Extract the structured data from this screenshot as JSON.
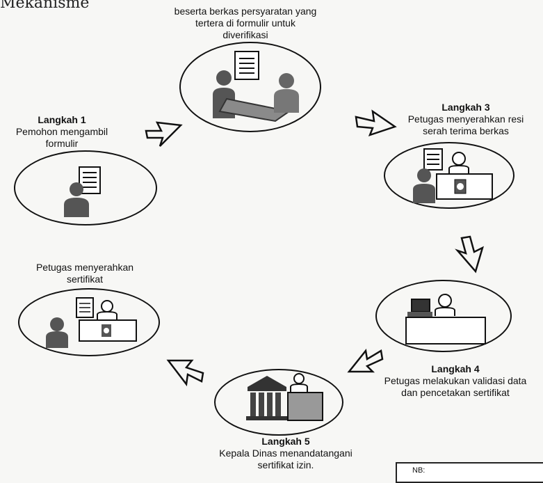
{
  "heading": "Mekanisme",
  "steps": {
    "step1": {
      "title": "Langkah 1",
      "text_lines": [
        "Pemohon mengambil",
        "formulir"
      ]
    },
    "step2": {
      "text_lines": [
        "beserta berkas persyaratan yang",
        "tertera di formulir untuk",
        "diverifikasi"
      ]
    },
    "step3": {
      "title": "Langkah 3",
      "text_lines": [
        "Petugas menyerahkan resi",
        "serah terima berkas"
      ]
    },
    "step4": {
      "title": "Langkah 4",
      "text_lines": [
        "Petugas melakukan validasi data",
        "dan pencetakan sertifikat"
      ]
    },
    "step5": {
      "title": "Langkah 5",
      "text_lines": [
        "Kepala Dinas menandatangani",
        "sertifikat izin."
      ]
    },
    "step6": {
      "text_lines": [
        "Petugas menyerahkan",
        "sertifikat"
      ]
    }
  },
  "note_box_label": "NB:",
  "colors": {
    "ink": "#111111",
    "figure_dark": "#555555",
    "figure_light": "#9a9a9a"
  },
  "icons": [
    "person-form-icon",
    "meeting-icon",
    "officer-desk-icon",
    "computer-desk-icon",
    "building-officer-icon",
    "handover-icon",
    "arrow-icon"
  ]
}
